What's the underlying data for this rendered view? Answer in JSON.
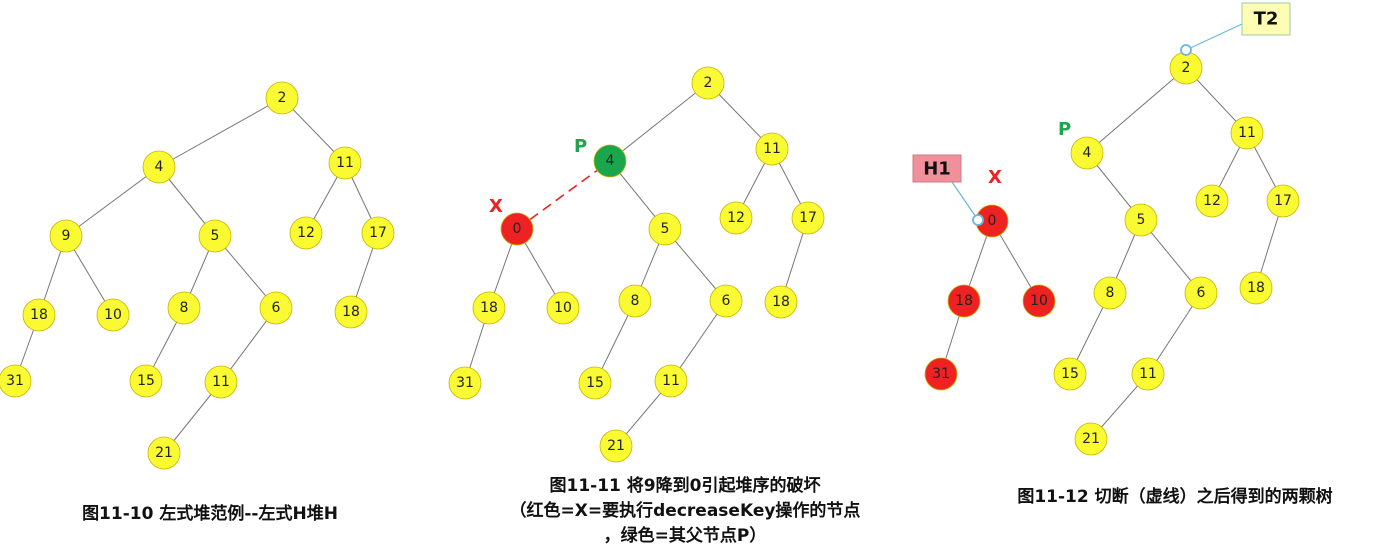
{
  "colors": {
    "yellow_node": "#fafa32",
    "red_node": "#ee2222",
    "green_node": "#19a64c",
    "edge": "#777777",
    "x_label": "#ee2222",
    "p_label": "#19a64c",
    "cut_line": "#ee2222",
    "pointer_line": "#6ab8e0",
    "t2_box": "#fdfdb4",
    "h1_box": "#f0909a"
  },
  "figures": [
    {
      "caption_lines": [
        "图11-10 左式堆范例--左式H堆H"
      ],
      "nodes": [
        "2",
        "4",
        "11",
        "9",
        "5",
        "12",
        "17",
        "18",
        "10",
        "8",
        "6",
        "18",
        "31",
        "15",
        "11",
        "21"
      ]
    },
    {
      "caption_lines": [
        "图11-11 将9降到0引起堆序的破坏",
        "（红色=X=要执行decreaseKey操作的节点",
        "，绿色=其父节点P）"
      ],
      "nodes": [
        "2",
        "4",
        "11",
        "0",
        "5",
        "12",
        "17",
        "18",
        "10",
        "8",
        "6",
        "18",
        "31",
        "15",
        "11",
        "21"
      ],
      "labels": {
        "x": "X",
        "p": "P"
      }
    },
    {
      "caption_lines": [
        "图11-12 切断（虚线）之后得到的两颗树"
      ],
      "h1_nodes": [
        "0",
        "18",
        "10",
        "31"
      ],
      "t2_nodes": [
        "2",
        "4",
        "11",
        "12",
        "17",
        "5",
        "18",
        "8",
        "6",
        "15",
        "11",
        "21"
      ],
      "labels": {
        "x": "X",
        "p": "P",
        "t2_box": "T2",
        "h1_box": "H1"
      }
    }
  ]
}
